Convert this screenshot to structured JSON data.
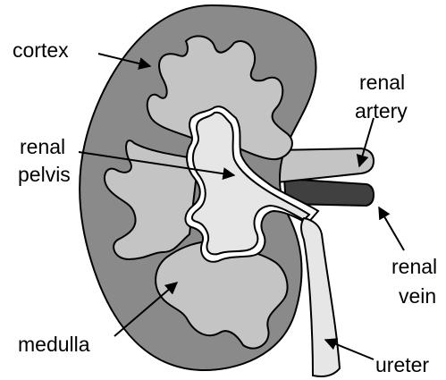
{
  "labels": {
    "cortex": "cortex",
    "renal_pelvis_line1": "renal",
    "renal_pelvis_line2": "pelvis",
    "medulla": "medulla",
    "renal_artery_line1": "renal",
    "renal_artery_line2": "artery",
    "renal_vein_line1": "renal",
    "renal_vein_line2": "vein",
    "ureter": "ureter"
  },
  "colors": {
    "cortex": "#8a8a8a",
    "medulla": "#c4c4c4",
    "pelvis": "#e6e6e6",
    "artery": "#c4c4c4",
    "vein": "#404040",
    "ureter": "#e6e6e6",
    "outline": "#000000"
  }
}
